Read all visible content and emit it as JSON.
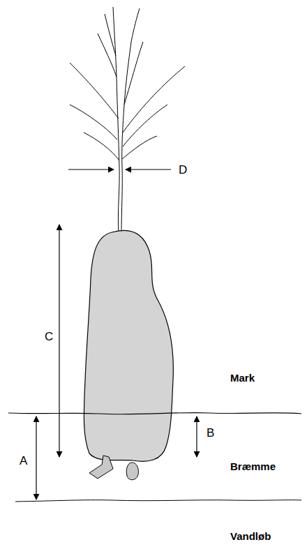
{
  "diagram": {
    "labels": [
      "A",
      "B",
      "C",
      "D",
      "Mark",
      "Bræmme",
      "Vandløb"
    ]
  }
}
